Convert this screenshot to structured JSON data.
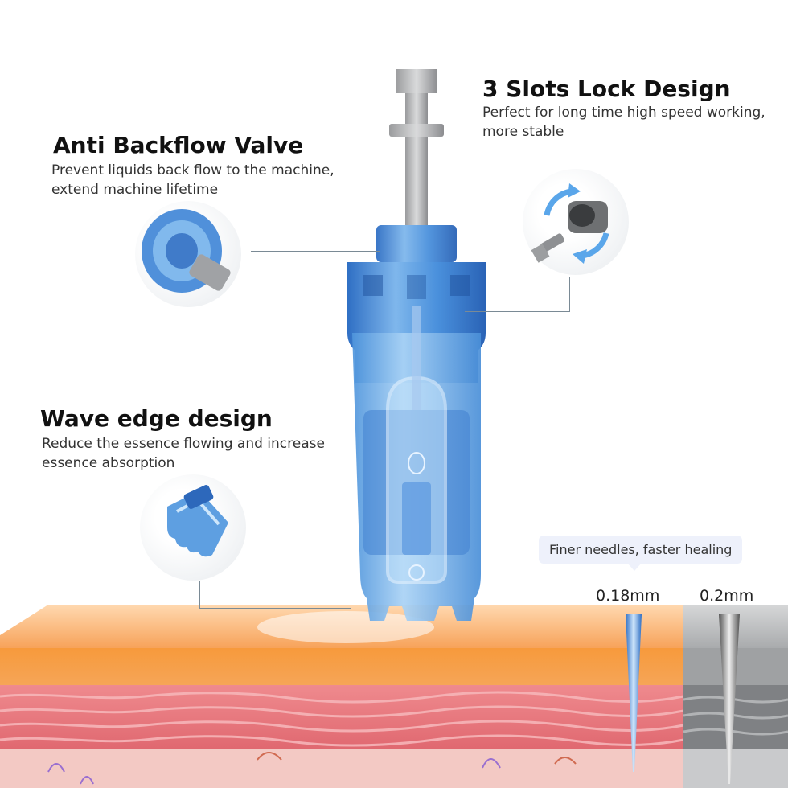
{
  "features": {
    "slots_lock": {
      "title": "3 Slots Lock Design",
      "description_line1": "Perfect for long time high speed working,",
      "description_line2": "more stable"
    },
    "anti_backflow": {
      "title": "Anti Backflow Valve",
      "description_line1": "Prevent liquids back flow to the machine,",
      "description_line2": "extend machine lifetime"
    },
    "wave_edge": {
      "title": "Wave edge design",
      "description_line1": "Reduce the essence flowing and increase",
      "description_line2": "essence absorption"
    }
  },
  "needles": {
    "comparison_note": "Finer needles, faster healing",
    "fine_label": "0.18mm",
    "standard_label": "0.2mm"
  },
  "colors": {
    "cartridge_blue": "#3f86d6",
    "skin_orange": "#f6a25a",
    "tissue_red": "#e8737a",
    "grey_panel": "#8e9093"
  }
}
